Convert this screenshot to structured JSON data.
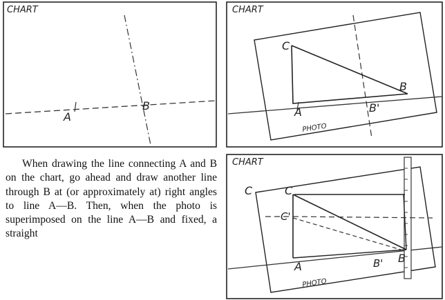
{
  "panel1": {
    "chart_label": "CHART",
    "point_a": "A",
    "point_b": "B"
  },
  "panel2": {
    "chart_label": "CHART",
    "point_a": "A",
    "point_b_prime": "B'",
    "point_b": "B",
    "point_c": "C",
    "photo_label": "PHOTO"
  },
  "panel3": {
    "chart_label": "CHART",
    "point_c_chart": "C",
    "point_c": "C",
    "point_c_prime": "C'",
    "point_a": "A",
    "point_b_prime": "B'",
    "point_b": "B",
    "photo_label": "PHOTO"
  },
  "caption": "When drawing the line connecting A and B on the chart, go ahead and draw another line through B at (or approximately at) right angles to line A—B. Then, when the photo is superimposed on the line A—B and fixed, a straight"
}
